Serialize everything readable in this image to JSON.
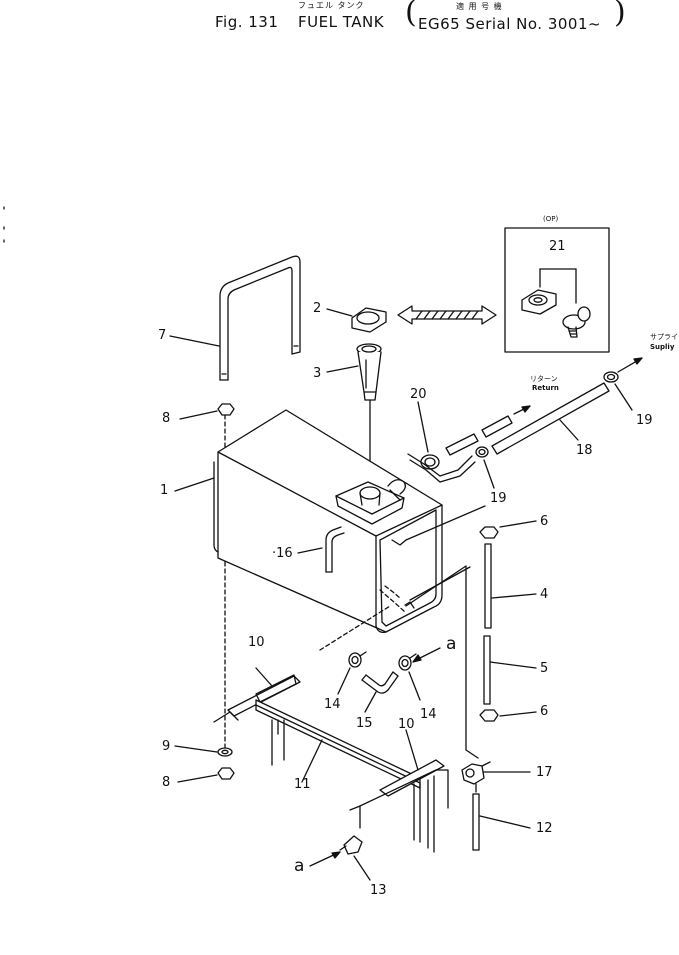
{
  "header": {
    "fig_label": "Fig. 131",
    "title_jp": "フュエル タンク",
    "title": "FUEL TANK",
    "applicable_jp": "適 用 号 機",
    "model_serial": "EG65 Serial No. 3001~"
  },
  "option_box": {
    "label": "(OP)",
    "part_no": "21"
  },
  "flow_labels": {
    "return_jp": "リターン",
    "return": "Return",
    "supply_jp": "サプライ",
    "supply": "Supliy"
  },
  "connector_marks": {
    "a_right": "a",
    "a_bottom": "a"
  },
  "callouts": [
    {
      "id": "c1",
      "number": "1"
    },
    {
      "id": "c2",
      "number": "2"
    },
    {
      "id": "c3",
      "number": "3"
    },
    {
      "id": "c4",
      "number": "4"
    },
    {
      "id": "c5",
      "number": "5"
    },
    {
      "id": "c6a",
      "number": "6"
    },
    {
      "id": "c6b",
      "number": "6"
    },
    {
      "id": "c7",
      "number": "7"
    },
    {
      "id": "c8a",
      "number": "8"
    },
    {
      "id": "c8b",
      "number": "8"
    },
    {
      "id": "c9",
      "number": "9"
    },
    {
      "id": "c10a",
      "number": "10"
    },
    {
      "id": "c10b",
      "number": "10"
    },
    {
      "id": "c11",
      "number": "11"
    },
    {
      "id": "c12",
      "number": "12"
    },
    {
      "id": "c13",
      "number": "13"
    },
    {
      "id": "c14a",
      "number": "14"
    },
    {
      "id": "c14b",
      "number": "14"
    },
    {
      "id": "c15",
      "number": "15"
    },
    {
      "id": "c16",
      "number": "16"
    },
    {
      "id": "c17",
      "number": "17"
    },
    {
      "id": "c18",
      "number": "18"
    },
    {
      "id": "c19a",
      "number": "19"
    },
    {
      "id": "c19b",
      "number": "19"
    },
    {
      "id": "c20",
      "number": "20"
    }
  ]
}
